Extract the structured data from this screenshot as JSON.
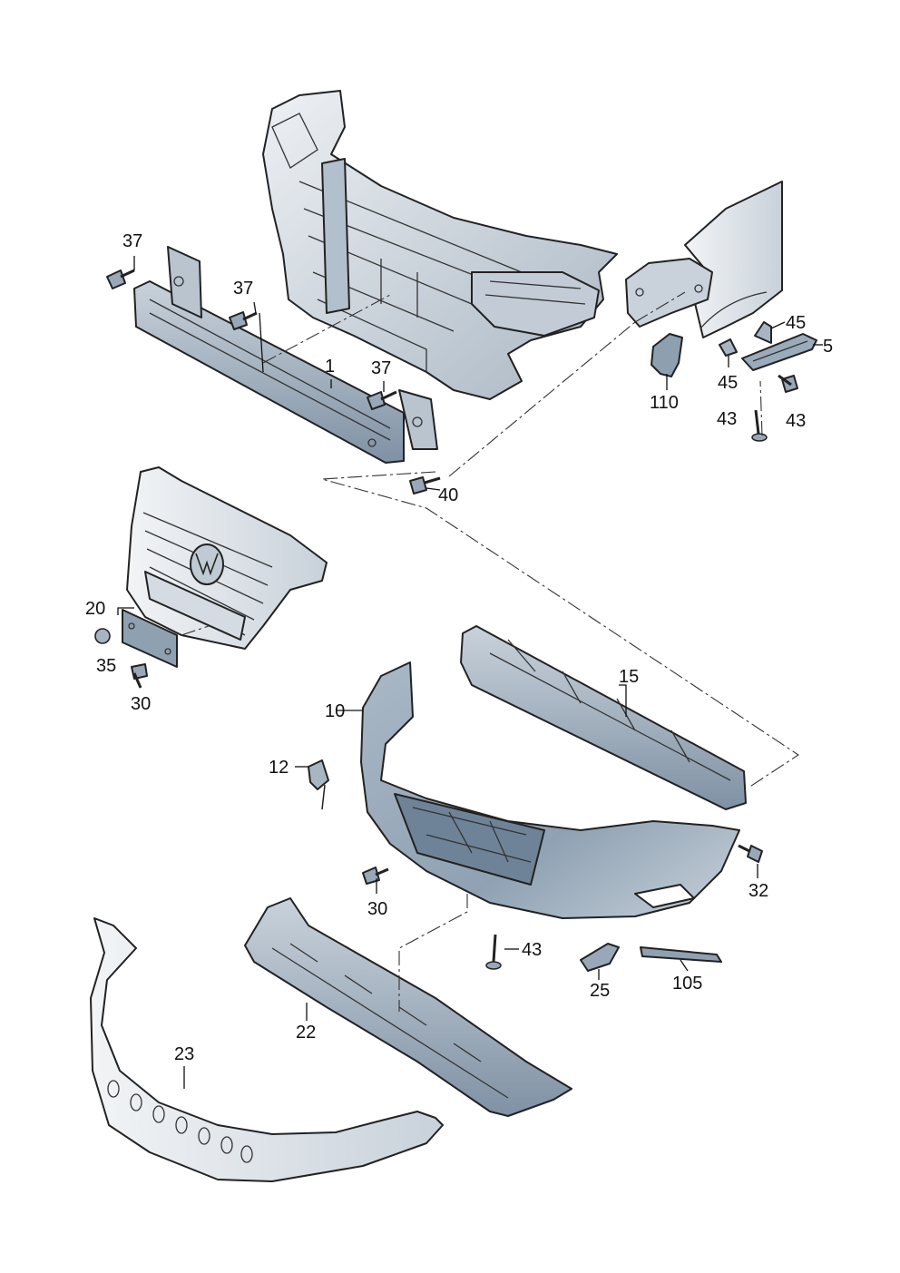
{
  "diagram": {
    "colors": {
      "part_light": "#dfe5ea",
      "part_mid": "#b7c3cf",
      "part_dark": "#8596a8",
      "outline": "#222222",
      "background": "#ffffff"
    },
    "labels": {
      "p1": "1",
      "p5": "5",
      "p10": "10",
      "p12": "12",
      "p15": "15",
      "p20": "20",
      "p22": "22",
      "p23": "23",
      "p25": "25",
      "p30a": "30",
      "p30b": "30",
      "p32": "32",
      "p35": "35",
      "p37a": "37",
      "p37b": "37",
      "p37c": "37",
      "p40": "40",
      "p43a": "43",
      "p43b": "43",
      "p43c": "43",
      "p45a": "45",
      "p45b": "45",
      "p105": "105",
      "p110": "110"
    },
    "icons": [
      "vw-logo-icon"
    ]
  }
}
